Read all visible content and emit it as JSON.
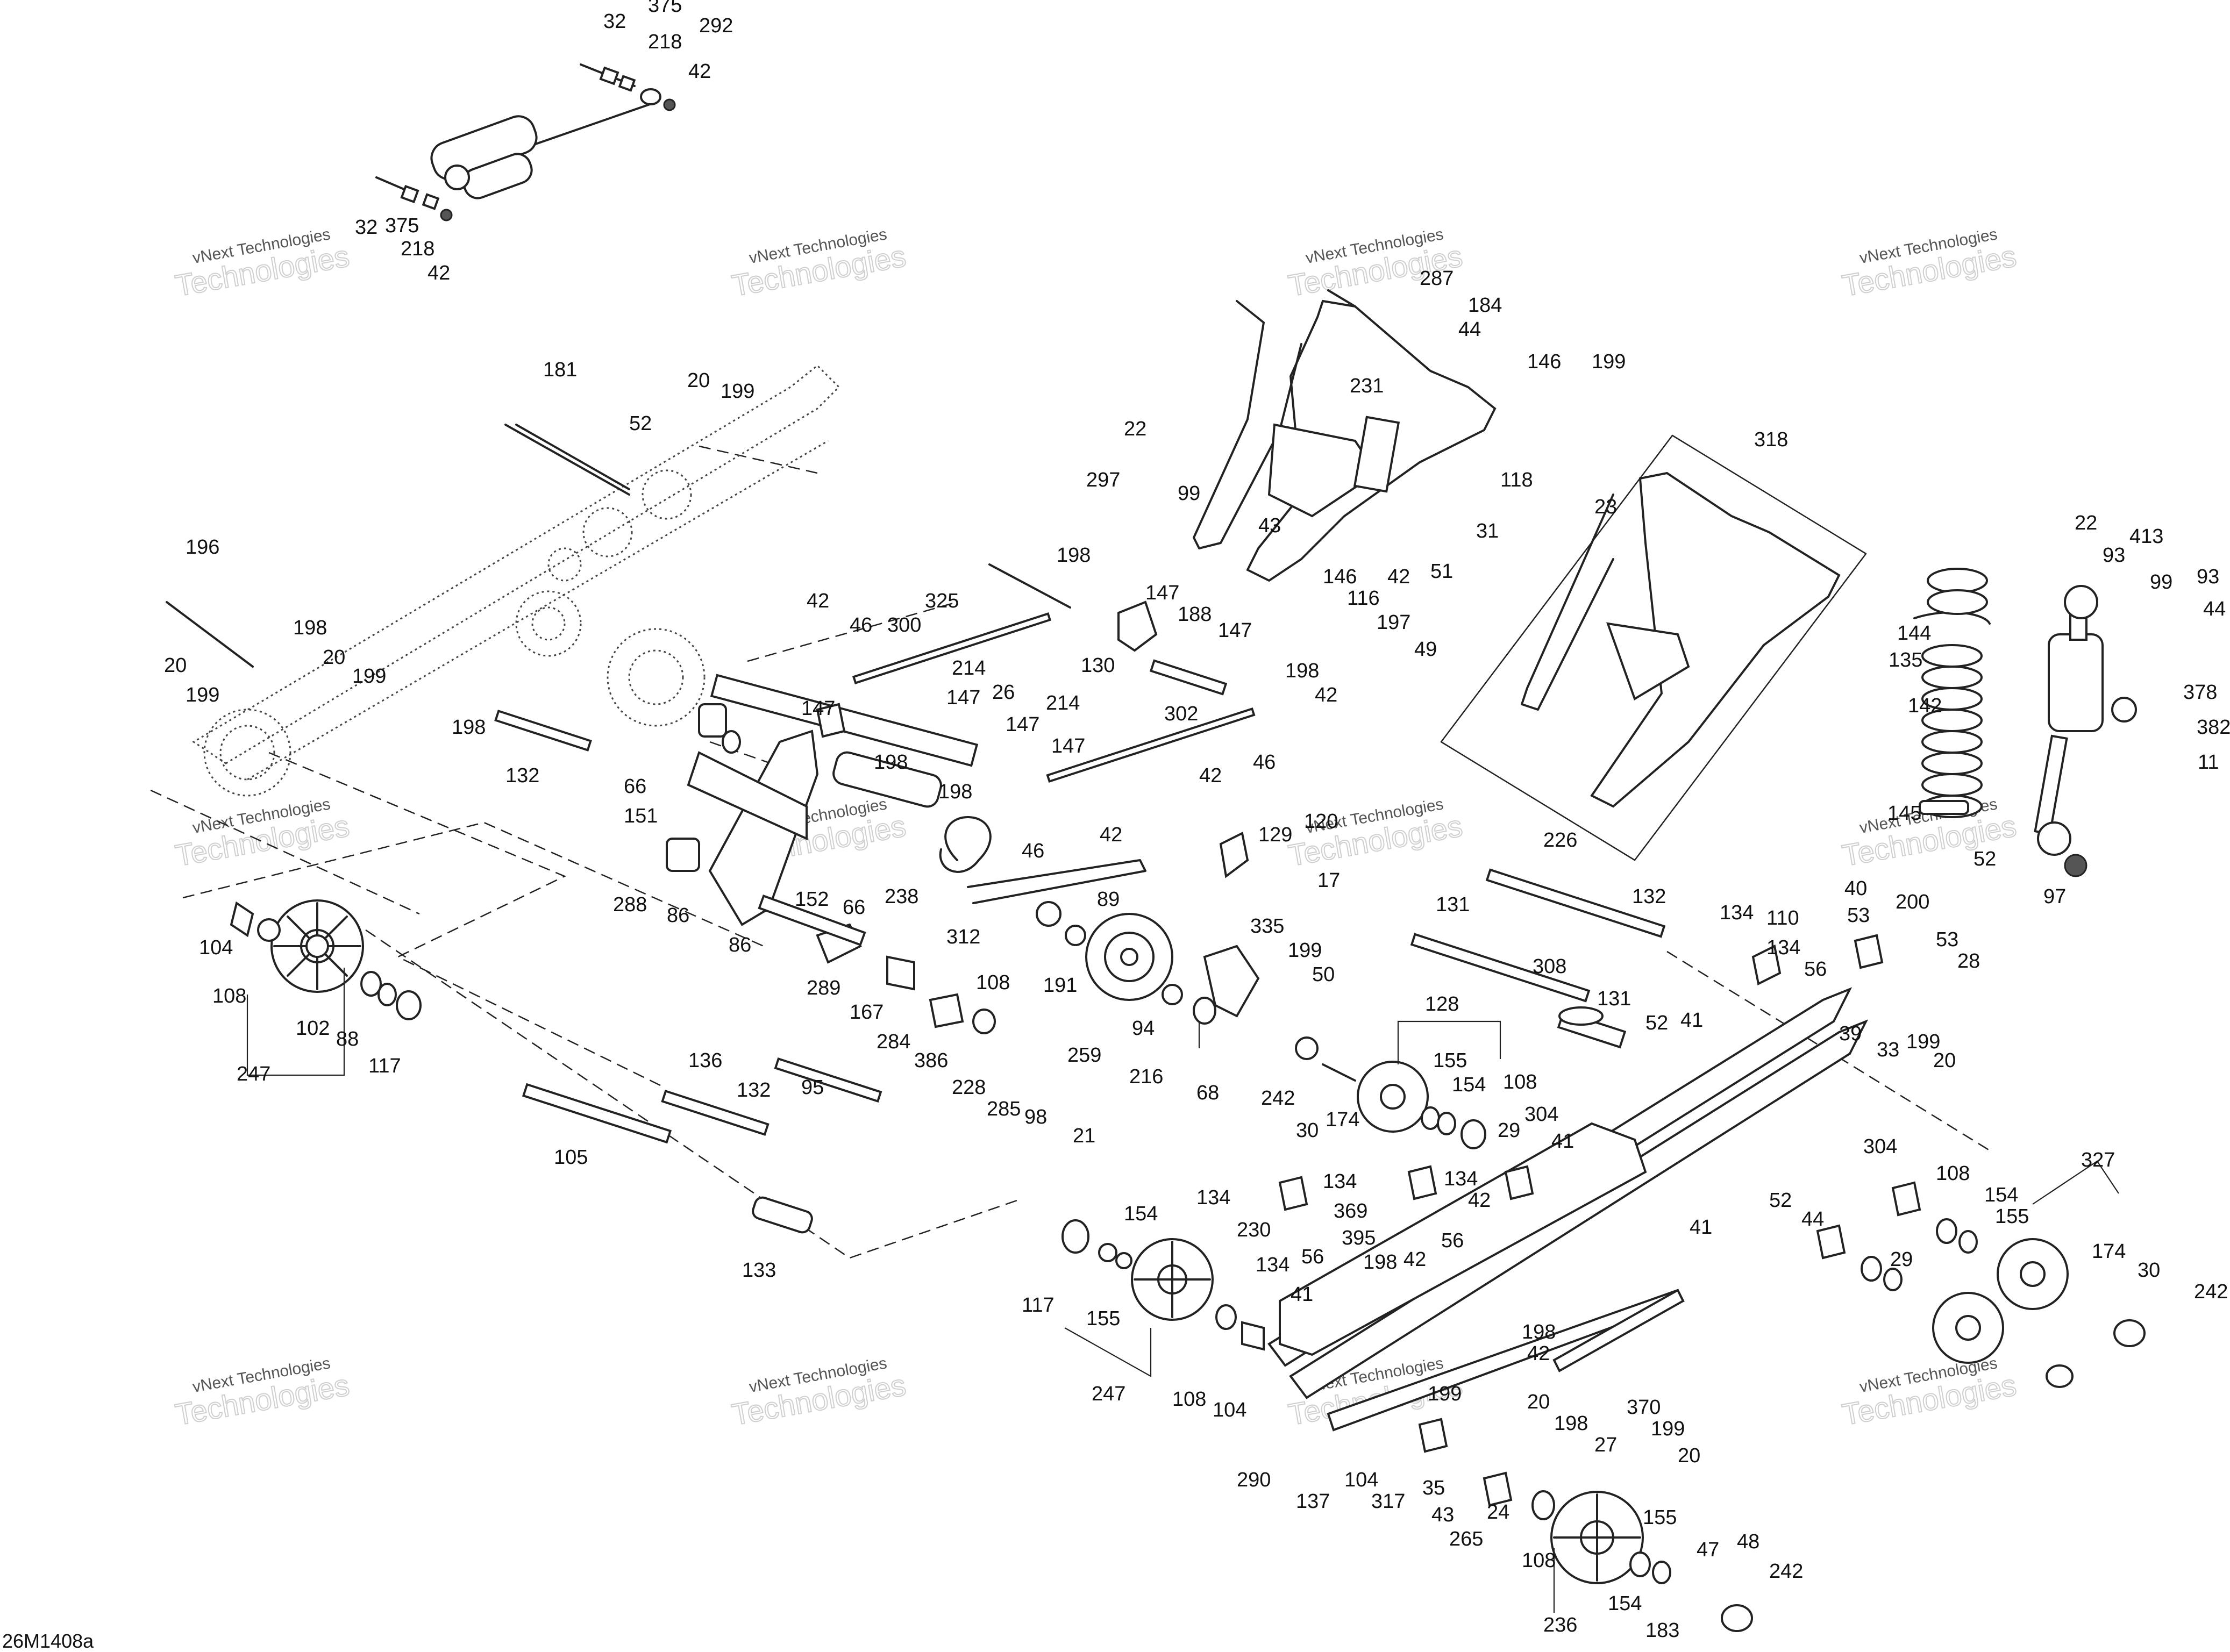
{
  "diagram_id": "26M1408a",
  "watermark": {
    "line1": "vNext Technologies",
    "line2": "Technologies"
  },
  "callouts": [
    {
      "id": "c1",
      "label": "32"
    },
    {
      "id": "c2",
      "label": "375"
    },
    {
      "id": "c3",
      "label": "218"
    },
    {
      "id": "c4",
      "label": "292"
    },
    {
      "id": "c5",
      "label": "42"
    },
    {
      "id": "c6",
      "label": "32"
    },
    {
      "id": "c7",
      "label": "375"
    },
    {
      "id": "c8",
      "label": "218"
    },
    {
      "id": "c9",
      "label": "42"
    },
    {
      "id": "c10",
      "label": "181"
    },
    {
      "id": "c11",
      "label": "20"
    },
    {
      "id": "c12",
      "label": "199"
    },
    {
      "id": "c13",
      "label": "52"
    },
    {
      "id": "c14",
      "label": "196"
    },
    {
      "id": "c15",
      "label": "198"
    },
    {
      "id": "c16",
      "label": "20"
    },
    {
      "id": "c17",
      "label": "199"
    },
    {
      "id": "c18",
      "label": "20"
    },
    {
      "id": "c19",
      "label": "199"
    },
    {
      "id": "c20",
      "label": "198"
    },
    {
      "id": "c21",
      "label": "132"
    },
    {
      "id": "c22",
      "label": "287"
    },
    {
      "id": "c23",
      "label": "184"
    },
    {
      "id": "c24",
      "label": "44"
    },
    {
      "id": "c25",
      "label": "146"
    },
    {
      "id": "c26",
      "label": "199"
    },
    {
      "id": "c27",
      "label": "231"
    },
    {
      "id": "c28",
      "label": "22"
    },
    {
      "id": "c29",
      "label": "297"
    },
    {
      "id": "c30",
      "label": "99"
    },
    {
      "id": "c31",
      "label": "118"
    },
    {
      "id": "c32",
      "label": "23"
    },
    {
      "id": "c33",
      "label": "43"
    },
    {
      "id": "c34",
      "label": "31"
    },
    {
      "id": "c35",
      "label": "42"
    },
    {
      "id": "c36",
      "label": "51"
    },
    {
      "id": "c37",
      "label": "146"
    },
    {
      "id": "c38",
      "label": "116"
    },
    {
      "id": "c39",
      "label": "188"
    },
    {
      "id": "c40",
      "label": "197"
    },
    {
      "id": "c41",
      "label": "49"
    },
    {
      "id": "c42",
      "label": "318"
    },
    {
      "id": "c43",
      "label": "22"
    },
    {
      "id": "c44",
      "label": "93"
    },
    {
      "id": "c45",
      "label": "413"
    },
    {
      "id": "c46",
      "label": "99"
    },
    {
      "id": "c47",
      "label": "93"
    },
    {
      "id": "c48",
      "label": "44"
    },
    {
      "id": "c49",
      "label": "144"
    },
    {
      "id": "c50",
      "label": "135"
    },
    {
      "id": "c51",
      "label": "142"
    },
    {
      "id": "c52",
      "label": "378"
    },
    {
      "id": "c53",
      "label": "382"
    },
    {
      "id": "c54",
      "label": "11"
    },
    {
      "id": "c55",
      "label": "145"
    },
    {
      "id": "c56",
      "label": "52"
    },
    {
      "id": "c57",
      "label": "97"
    },
    {
      "id": "c58",
      "label": "198"
    },
    {
      "id": "c59",
      "label": "325"
    },
    {
      "id": "c60",
      "label": "147"
    },
    {
      "id": "c61",
      "label": "42"
    },
    {
      "id": "c62",
      "label": "46"
    },
    {
      "id": "c63",
      "label": "300"
    },
    {
      "id": "c64",
      "label": "147"
    },
    {
      "id": "c65",
      "label": "130"
    },
    {
      "id": "c66",
      "label": "214"
    },
    {
      "id": "c67",
      "label": "147"
    },
    {
      "id": "c68",
      "label": "26"
    },
    {
      "id": "c69",
      "label": "147"
    },
    {
      "id": "c70",
      "label": "198"
    },
    {
      "id": "c71",
      "label": "214"
    },
    {
      "id": "c72",
      "label": "302"
    },
    {
      "id": "c73",
      "label": "198"
    },
    {
      "id": "c74",
      "label": "42"
    },
    {
      "id": "c75",
      "label": "147"
    },
    {
      "id": "c76",
      "label": "147"
    },
    {
      "id": "c77",
      "label": "198"
    },
    {
      "id": "c78",
      "label": "66"
    },
    {
      "id": "c79",
      "label": "151"
    },
    {
      "id": "c80",
      "label": "42"
    },
    {
      "id": "c81",
      "label": "46"
    },
    {
      "id": "c82",
      "label": "46"
    },
    {
      "id": "c83",
      "label": "42"
    },
    {
      "id": "c84",
      "label": "129"
    },
    {
      "id": "c85",
      "label": "120"
    },
    {
      "id": "c86",
      "label": "17"
    },
    {
      "id": "c87",
      "label": "152"
    },
    {
      "id": "c88",
      "label": "66"
    },
    {
      "id": "c89",
      "label": "238"
    },
    {
      "id": "c90",
      "label": "288"
    },
    {
      "id": "c91",
      "label": "86"
    },
    {
      "id": "c92",
      "label": "312"
    },
    {
      "id": "c93",
      "label": "89"
    },
    {
      "id": "c94",
      "label": "86"
    },
    {
      "id": "c95",
      "label": "108"
    },
    {
      "id": "c96",
      "label": "191"
    },
    {
      "id": "c97",
      "label": "335"
    },
    {
      "id": "c98",
      "label": "199"
    },
    {
      "id": "c99",
      "label": "50"
    },
    {
      "id": "c100",
      "label": "104"
    },
    {
      "id": "c101",
      "label": "108"
    },
    {
      "id": "c102",
      "label": "102"
    },
    {
      "id": "c103",
      "label": "88"
    },
    {
      "id": "c104",
      "label": "117"
    },
    {
      "id": "c105",
      "label": "247"
    },
    {
      "id": "c106",
      "label": "289"
    },
    {
      "id": "c107",
      "label": "167"
    },
    {
      "id": "c108",
      "label": "284"
    },
    {
      "id": "c109",
      "label": "386"
    },
    {
      "id": "c110",
      "label": "136"
    },
    {
      "id": "c111",
      "label": "259"
    },
    {
      "id": "c112",
      "label": "94"
    },
    {
      "id": "c113",
      "label": "216"
    },
    {
      "id": "c114",
      "label": "68"
    },
    {
      "id": "c115",
      "label": "228"
    },
    {
      "id": "c116",
      "label": "285"
    },
    {
      "id": "c117",
      "label": "98"
    },
    {
      "id": "c118",
      "label": "21"
    },
    {
      "id": "c119",
      "label": "132"
    },
    {
      "id": "c120",
      "label": "95"
    },
    {
      "id": "c121",
      "label": "105"
    },
    {
      "id": "c122",
      "label": "133"
    },
    {
      "id": "c123",
      "label": "226"
    },
    {
      "id": "c124",
      "label": "132"
    },
    {
      "id": "c125",
      "label": "131"
    },
    {
      "id": "c126",
      "label": "308"
    },
    {
      "id": "c127",
      "label": "131"
    },
    {
      "id": "c128",
      "label": "52"
    },
    {
      "id": "c129",
      "label": "41"
    },
    {
      "id": "c130",
      "label": "128"
    },
    {
      "id": "c131",
      "label": "155"
    },
    {
      "id": "c132",
      "label": "154"
    },
    {
      "id": "c133",
      "label": "108"
    },
    {
      "id": "c134",
      "label": "242"
    },
    {
      "id": "c135",
      "label": "30"
    },
    {
      "id": "c136",
      "label": "174"
    },
    {
      "id": "c137",
      "label": "29"
    },
    {
      "id": "c138",
      "label": "304"
    },
    {
      "id": "c139",
      "label": "41"
    },
    {
      "id": "c140",
      "label": "134"
    },
    {
      "id": "c141",
      "label": "110"
    },
    {
      "id": "c142",
      "label": "40"
    },
    {
      "id": "c143",
      "label": "53"
    },
    {
      "id": "c144",
      "label": "200"
    },
    {
      "id": "c145",
      "label": "134"
    },
    {
      "id": "c146",
      "label": "56"
    },
    {
      "id": "c147",
      "label": "53"
    },
    {
      "id": "c148",
      "label": "28"
    },
    {
      "id": "c149",
      "label": "39"
    },
    {
      "id": "c150",
      "label": "33"
    },
    {
      "id": "c151",
      "label": "199"
    },
    {
      "id": "c152",
      "label": "20"
    },
    {
      "id": "c153",
      "label": "134"
    },
    {
      "id": "c154",
      "label": "134"
    },
    {
      "id": "c155",
      "label": "134"
    },
    {
      "id": "c156",
      "label": "230"
    },
    {
      "id": "c157",
      "label": "369"
    },
    {
      "id": "c158",
      "label": "42"
    },
    {
      "id": "c159",
      "label": "395"
    },
    {
      "id": "c160",
      "label": "56"
    },
    {
      "id": "c161",
      "label": "134"
    },
    {
      "id": "c162",
      "label": "56"
    },
    {
      "id": "c163",
      "label": "198"
    },
    {
      "id": "c164",
      "label": "42"
    },
    {
      "id": "c165",
      "label": "41"
    },
    {
      "id": "c166",
      "label": "41"
    },
    {
      "id": "c167",
      "label": "117"
    },
    {
      "id": "c168",
      "label": "154"
    },
    {
      "id": "c169",
      "label": "155"
    },
    {
      "id": "c170",
      "label": "247"
    },
    {
      "id": "c171",
      "label": "108"
    },
    {
      "id": "c172",
      "label": "104"
    },
    {
      "id": "c173",
      "label": "290"
    },
    {
      "id": "c174",
      "label": "304"
    },
    {
      "id": "c175",
      "label": "108"
    },
    {
      "id": "c176",
      "label": "154"
    },
    {
      "id": "c177",
      "label": "155"
    },
    {
      "id": "c178",
      "label": "327"
    },
    {
      "id": "c179",
      "label": "52"
    },
    {
      "id": "c180",
      "label": "44"
    },
    {
      "id": "c181",
      "label": "29"
    },
    {
      "id": "c182",
      "label": "174"
    },
    {
      "id": "c183",
      "label": "30"
    },
    {
      "id": "c184",
      "label": "242"
    },
    {
      "id": "c185",
      "label": "198"
    },
    {
      "id": "c186",
      "label": "42"
    },
    {
      "id": "c187",
      "label": "199"
    },
    {
      "id": "c188",
      "label": "20"
    },
    {
      "id": "c189",
      "label": "198"
    },
    {
      "id": "c190",
      "label": "27"
    },
    {
      "id": "c191",
      "label": "370"
    },
    {
      "id": "c192",
      "label": "199"
    },
    {
      "id": "c193",
      "label": "20"
    },
    {
      "id": "c194",
      "label": "137"
    },
    {
      "id": "c195",
      "label": "104"
    },
    {
      "id": "c196",
      "label": "317"
    },
    {
      "id": "c197",
      "label": "35"
    },
    {
      "id": "c198",
      "label": "43"
    },
    {
      "id": "c199",
      "label": "24"
    },
    {
      "id": "c200",
      "label": "265"
    },
    {
      "id": "c201",
      "label": "108"
    },
    {
      "id": "c202",
      "label": "155"
    },
    {
      "id": "c203",
      "label": "47"
    },
    {
      "id": "c204",
      "label": "48"
    },
    {
      "id": "c205",
      "label": "242"
    },
    {
      "id": "c206",
      "label": "236"
    },
    {
      "id": "c207",
      "label": "154"
    },
    {
      "id": "c208",
      "label": "183"
    }
  ]
}
